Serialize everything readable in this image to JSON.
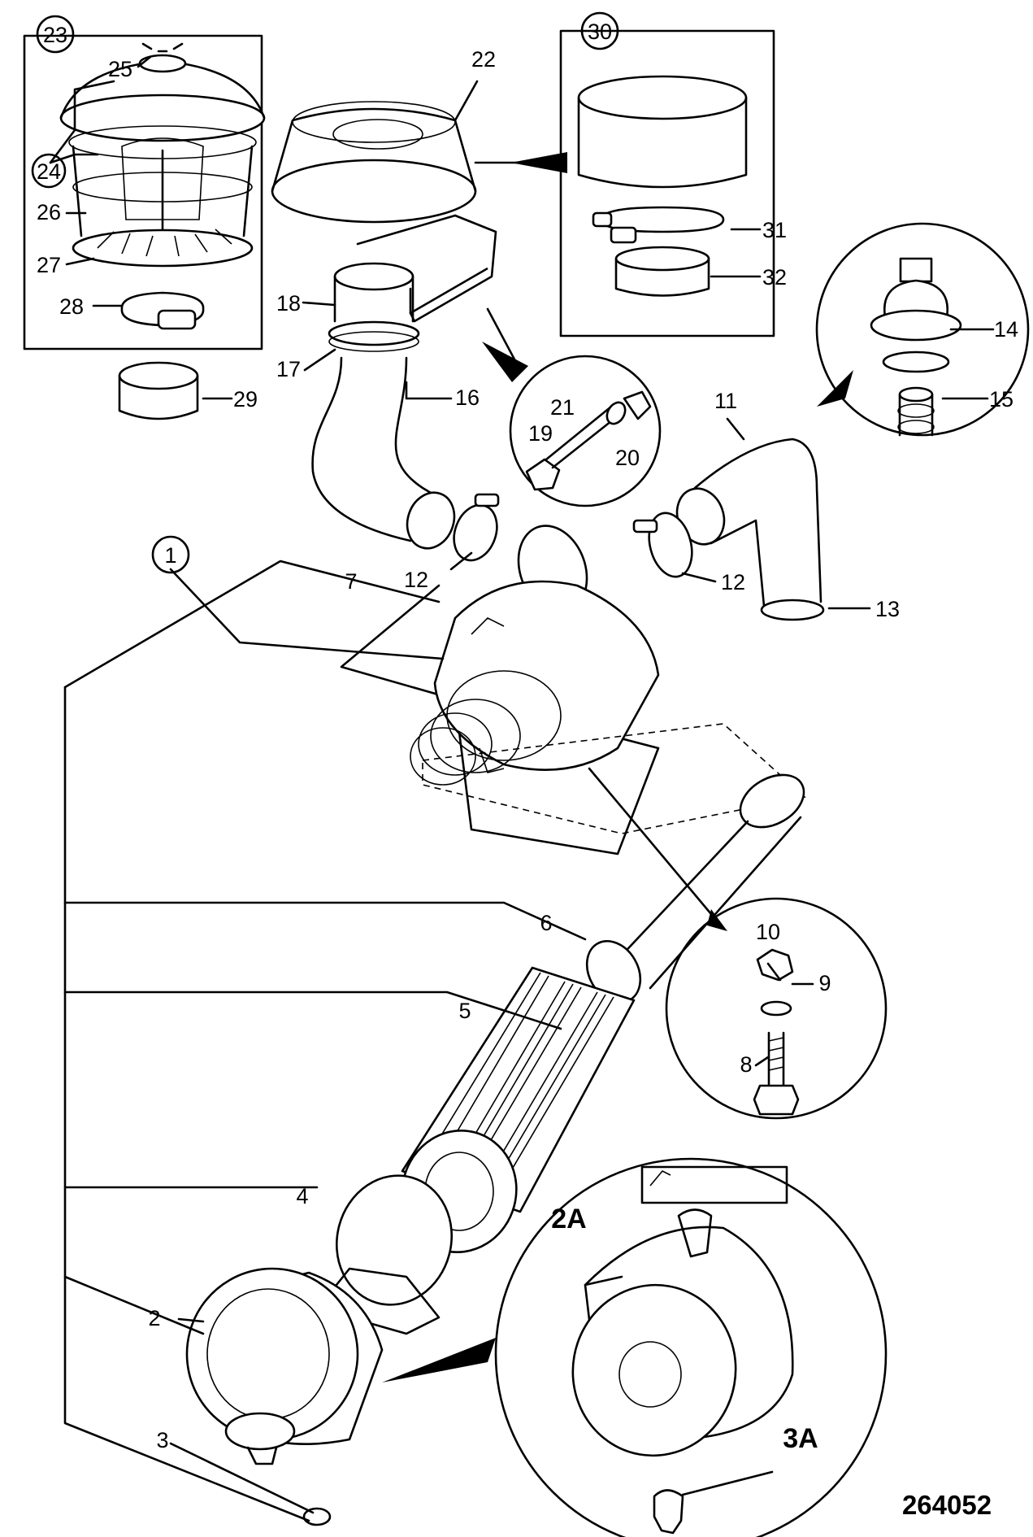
{
  "drawing_number": "264052",
  "callouts": {
    "c1": "1",
    "c2": "2",
    "c2a": "2A",
    "c3": "3",
    "c3a": "3A",
    "c4": "4",
    "c5": "5",
    "c6": "6",
    "c7": "7",
    "c8": "8",
    "c9": "9",
    "c10": "10",
    "c11": "11",
    "c12a": "12",
    "c12b": "12",
    "c13": "13",
    "c14": "14",
    "c15": "15",
    "c16": "16",
    "c17": "17",
    "c18": "18",
    "c19": "19",
    "c20": "20",
    "c21": "21",
    "c22": "22",
    "c23": "23",
    "c24": "24",
    "c25": "25",
    "c26": "26",
    "c27": "27",
    "c28": "28",
    "c29": "29",
    "c30": "30",
    "c31": "31",
    "c32": "32"
  }
}
